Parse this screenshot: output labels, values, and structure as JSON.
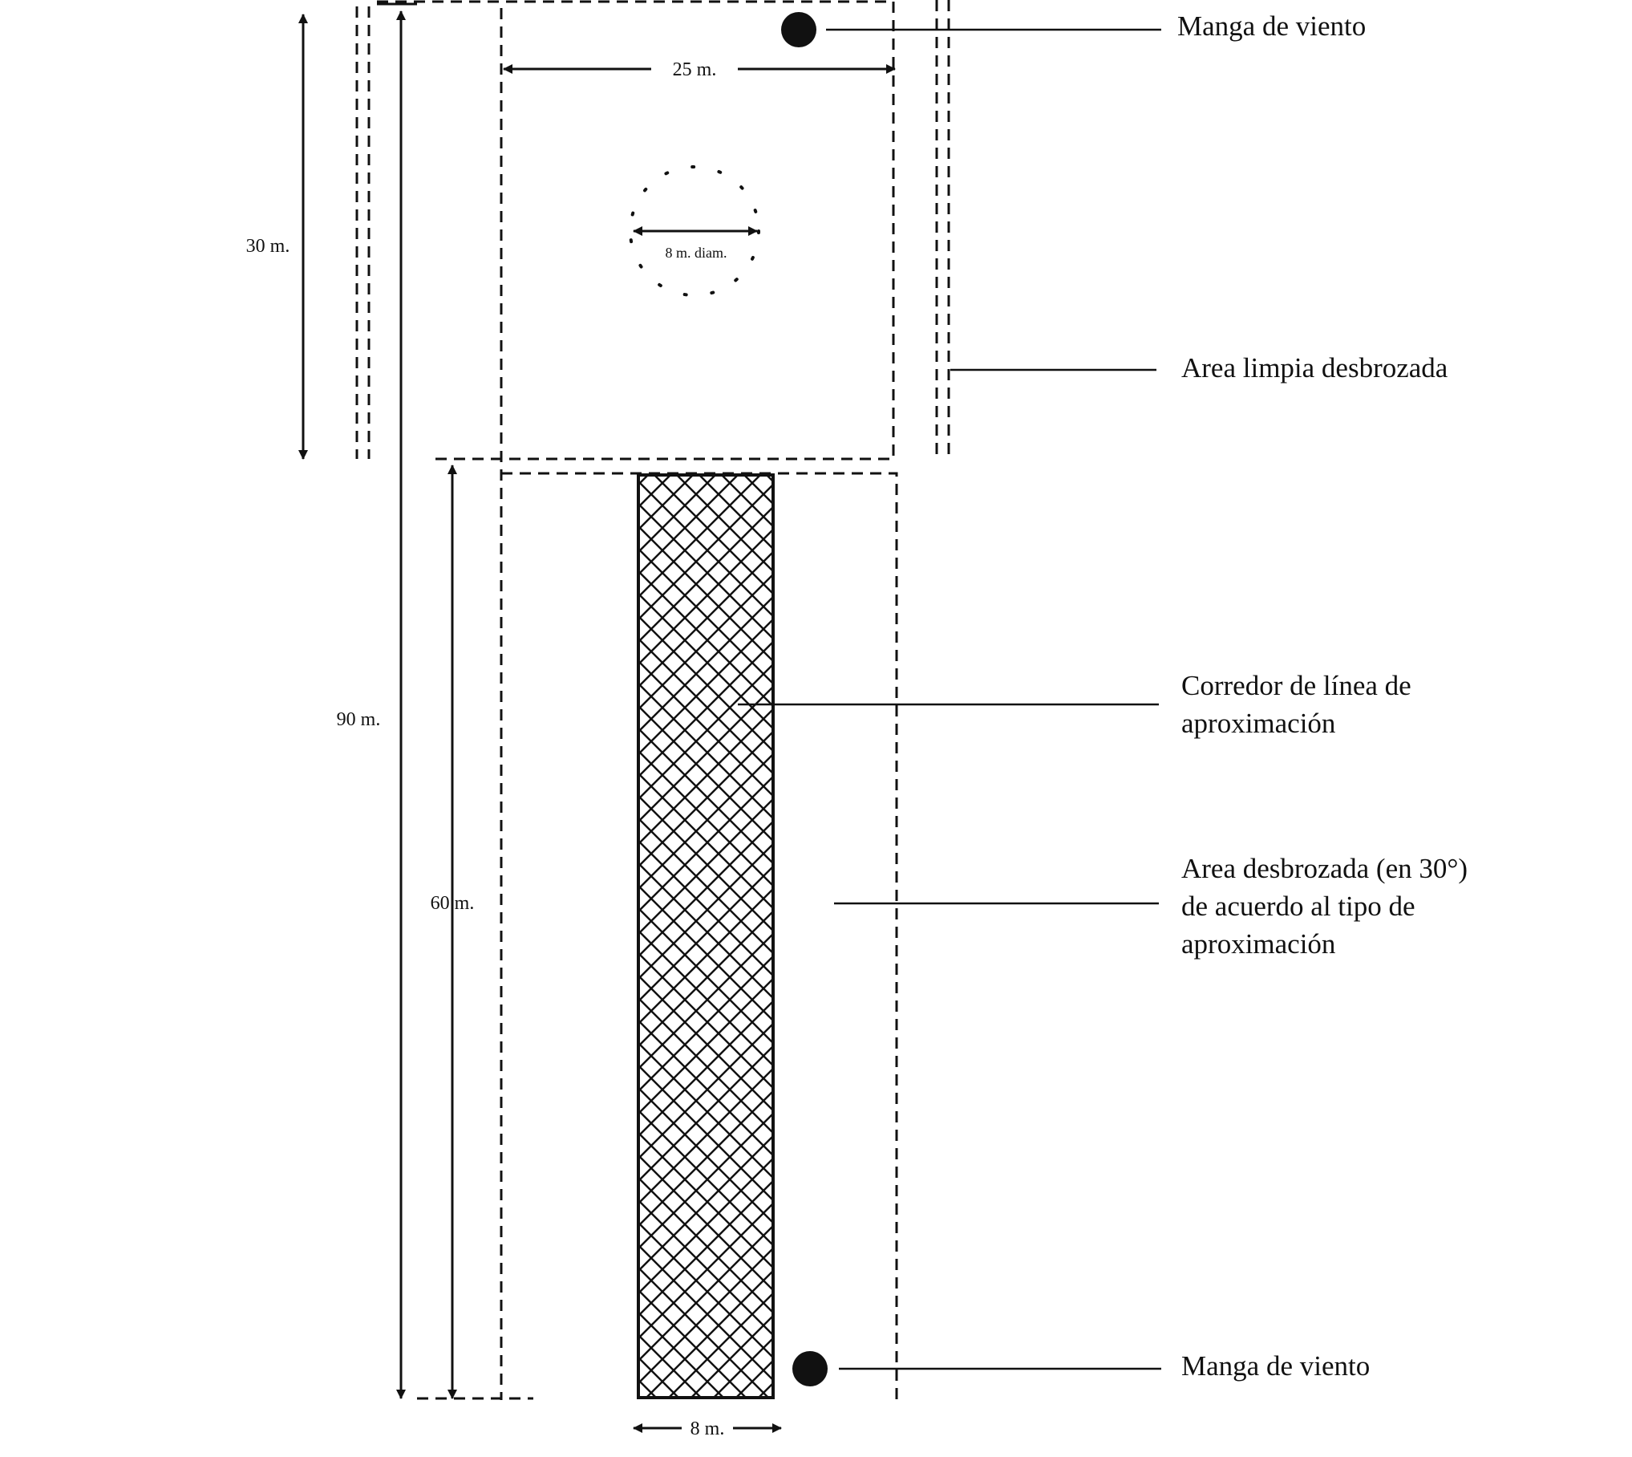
{
  "dimensions": {
    "width_25": "25 m.",
    "height_30": "30 m.",
    "height_90": "90 m.",
    "height_60": "60 m.",
    "circle_diam": "8 m. diam.",
    "corridor_width": "8 m."
  },
  "callouts": {
    "windsock_top": "Manga de viento",
    "clean_area": "Area limpia desbrozada",
    "corridor_line1": "Corredor de línea de",
    "corridor_line2": "aproximación",
    "cleared_line1": "Area desbrozada (en 30°)",
    "cleared_line2": "de acuerdo al tipo de",
    "cleared_line3": "aproximación",
    "windsock_bottom": "Manga de viento"
  },
  "colors": {
    "ink": "#111111",
    "background": "#ffffff"
  }
}
